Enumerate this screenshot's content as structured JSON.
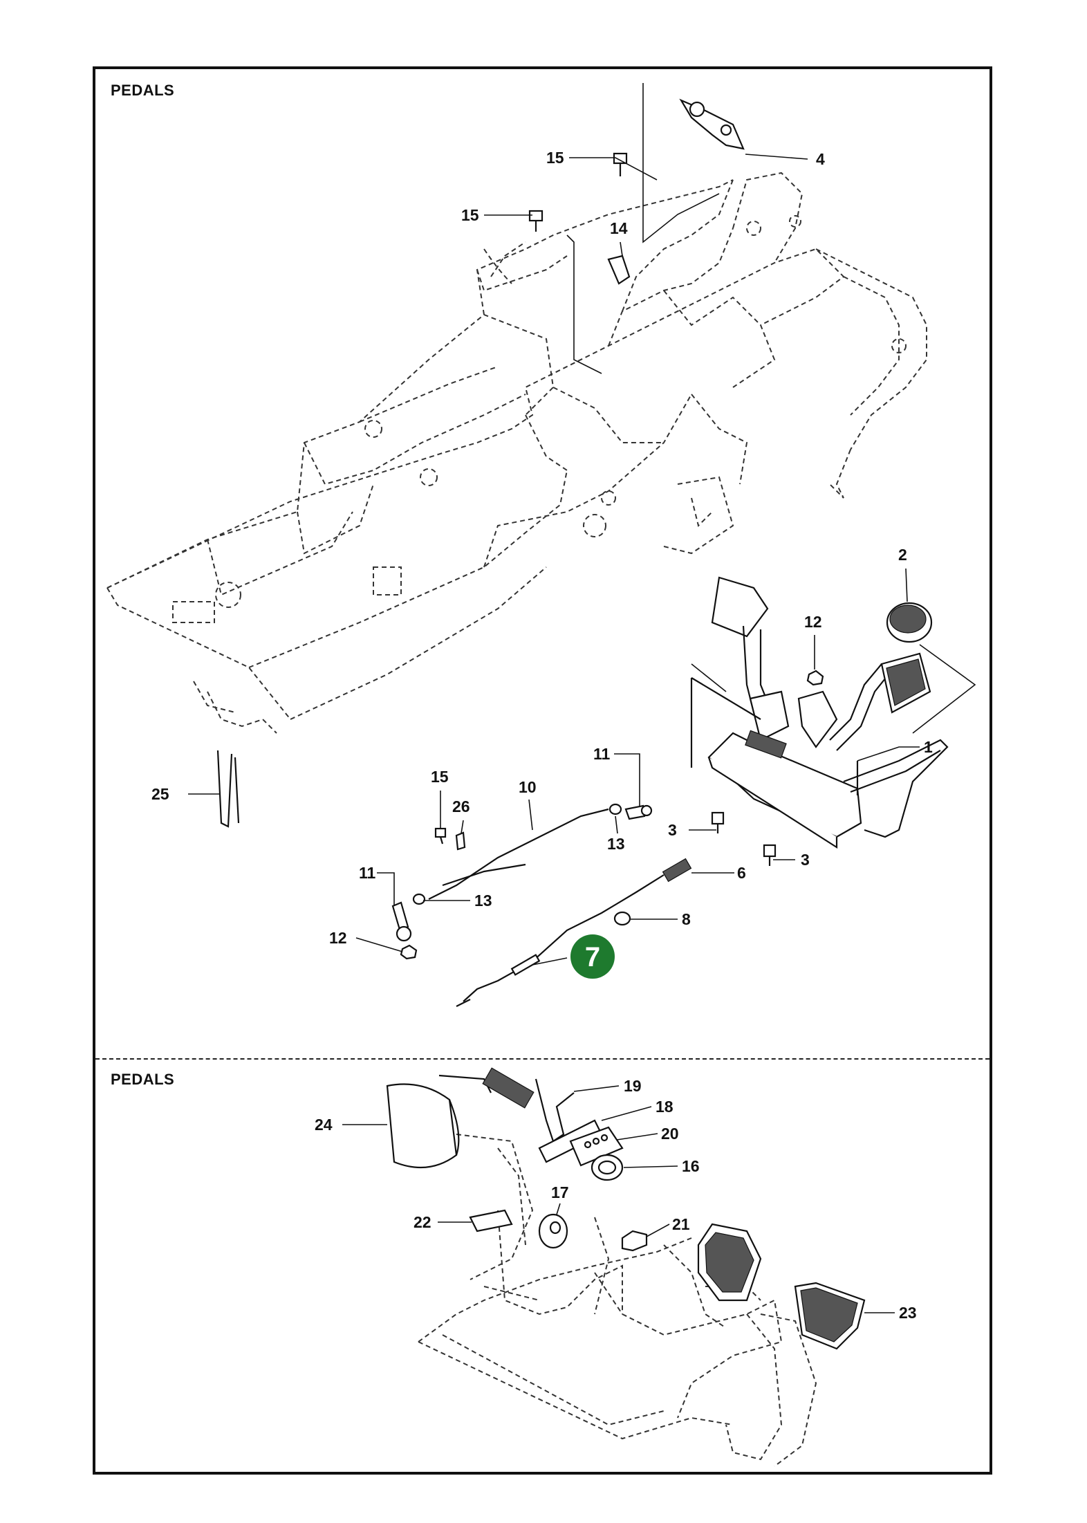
{
  "sections": {
    "top_title": "PEDALS",
    "bottom_title": "PEDALS"
  },
  "highlight": {
    "label": "7",
    "color": "#1e7a2e"
  },
  "callouts": [
    {
      "id": "c4",
      "label": "4"
    },
    {
      "id": "c15a",
      "label": "15"
    },
    {
      "id": "c15b",
      "label": "15"
    },
    {
      "id": "c14",
      "label": "14"
    },
    {
      "id": "c2",
      "label": "2"
    },
    {
      "id": "c12a",
      "label": "12"
    },
    {
      "id": "c1",
      "label": "1"
    },
    {
      "id": "c11a",
      "label": "11"
    },
    {
      "id": "c25",
      "label": "25"
    },
    {
      "id": "c15c",
      "label": "15"
    },
    {
      "id": "c10",
      "label": "10"
    },
    {
      "id": "c26",
      "label": "26"
    },
    {
      "id": "c13a",
      "label": "13"
    },
    {
      "id": "c3a",
      "label": "3"
    },
    {
      "id": "c3b",
      "label": "3"
    },
    {
      "id": "c6",
      "label": "6"
    },
    {
      "id": "c11b",
      "label": "11"
    },
    {
      "id": "c13b",
      "label": "13"
    },
    {
      "id": "c8",
      "label": "8"
    },
    {
      "id": "c12b",
      "label": "12"
    },
    {
      "id": "c19",
      "label": "19"
    },
    {
      "id": "c18",
      "label": "18"
    },
    {
      "id": "c24",
      "label": "24"
    },
    {
      "id": "c20",
      "label": "20"
    },
    {
      "id": "c16",
      "label": "16"
    },
    {
      "id": "c17",
      "label": "17"
    },
    {
      "id": "c22",
      "label": "22"
    },
    {
      "id": "c21",
      "label": "21"
    },
    {
      "id": "c23",
      "label": "23"
    }
  ]
}
